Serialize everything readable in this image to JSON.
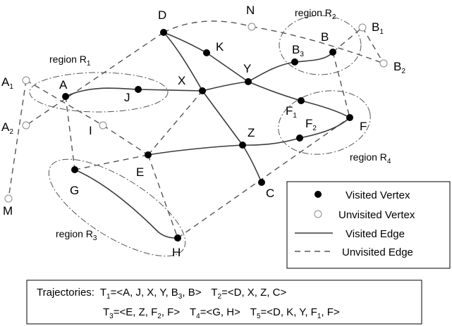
{
  "vertices": [
    {
      "id": "D",
      "label": "D",
      "visited": true
    },
    {
      "id": "K",
      "label": "K",
      "visited": true
    },
    {
      "id": "N",
      "label": "N",
      "visited": false
    },
    {
      "id": "B",
      "label": "B",
      "visited": true
    },
    {
      "id": "B1",
      "label": "B",
      "sub": "1",
      "visited": false
    },
    {
      "id": "B2",
      "label": "B",
      "sub": "2",
      "visited": false
    },
    {
      "id": "B3",
      "label": "B",
      "sub": "3",
      "visited": true
    },
    {
      "id": "Y",
      "label": "Y",
      "visited": true
    },
    {
      "id": "X",
      "label": "X",
      "visited": true
    },
    {
      "id": "A",
      "label": "A",
      "visited": true
    },
    {
      "id": "J",
      "label": "J",
      "visited": true
    },
    {
      "id": "A1",
      "label": "A",
      "sub": "1",
      "visited": false
    },
    {
      "id": "A2",
      "label": "A",
      "sub": "2",
      "visited": false
    },
    {
      "id": "I",
      "label": "I",
      "visited": false
    },
    {
      "id": "F",
      "label": "F",
      "visited": true
    },
    {
      "id": "F1",
      "label": "F",
      "sub": "1",
      "visited": true
    },
    {
      "id": "F2",
      "label": "F",
      "sub": "2",
      "visited": true
    },
    {
      "id": "Z",
      "label": "Z",
      "visited": true
    },
    {
      "id": "E",
      "label": "E",
      "visited": true
    },
    {
      "id": "G",
      "label": "G",
      "visited": true
    },
    {
      "id": "C",
      "label": "C",
      "visited": true
    },
    {
      "id": "H",
      "label": "H",
      "visited": true
    },
    {
      "id": "M",
      "label": "M",
      "visited": false
    }
  ],
  "regions": [
    {
      "id": "R1",
      "label": "region R",
      "sub": "1"
    },
    {
      "id": "R2",
      "label": "region R",
      "sub": "2"
    },
    {
      "id": "R3",
      "label": "region R",
      "sub": "3"
    },
    {
      "id": "R4",
      "label": "region R",
      "sub": "4"
    }
  ],
  "legend": [
    {
      "kind": "visited-vertex",
      "label": "Visited Vertex"
    },
    {
      "kind": "unvisited-vertex",
      "label": "Unvisited Vertex"
    },
    {
      "kind": "visited-edge",
      "label": "Visited Edge"
    },
    {
      "kind": "unvisited-edge",
      "label": "Unvisited Edge"
    }
  ],
  "trajectories": {
    "title": "Trajectories:",
    "items": [
      {
        "name": "T",
        "sub": "1",
        "value": "=<A, J, X, Y, B",
        "value_sub": "3",
        "value_end": ", B>"
      },
      {
        "name": "T",
        "sub": "2",
        "value": "=<D, X, Z, C>"
      },
      {
        "name": "T",
        "sub": "3",
        "value": "=<E, Z, F",
        "value_sub": "2",
        "value_end": ", F>"
      },
      {
        "name": "T",
        "sub": "4",
        "value": "=<G, H>"
      },
      {
        "name": "T",
        "sub": "5",
        "value": "=<D, K, Y, F",
        "value_sub": "1",
        "value_end": ", F>"
      }
    ]
  },
  "colors": {
    "visited": "#000000",
    "unvisited_fill": "#ffffff",
    "unvisited_stroke": "#8a8a8a"
  }
}
